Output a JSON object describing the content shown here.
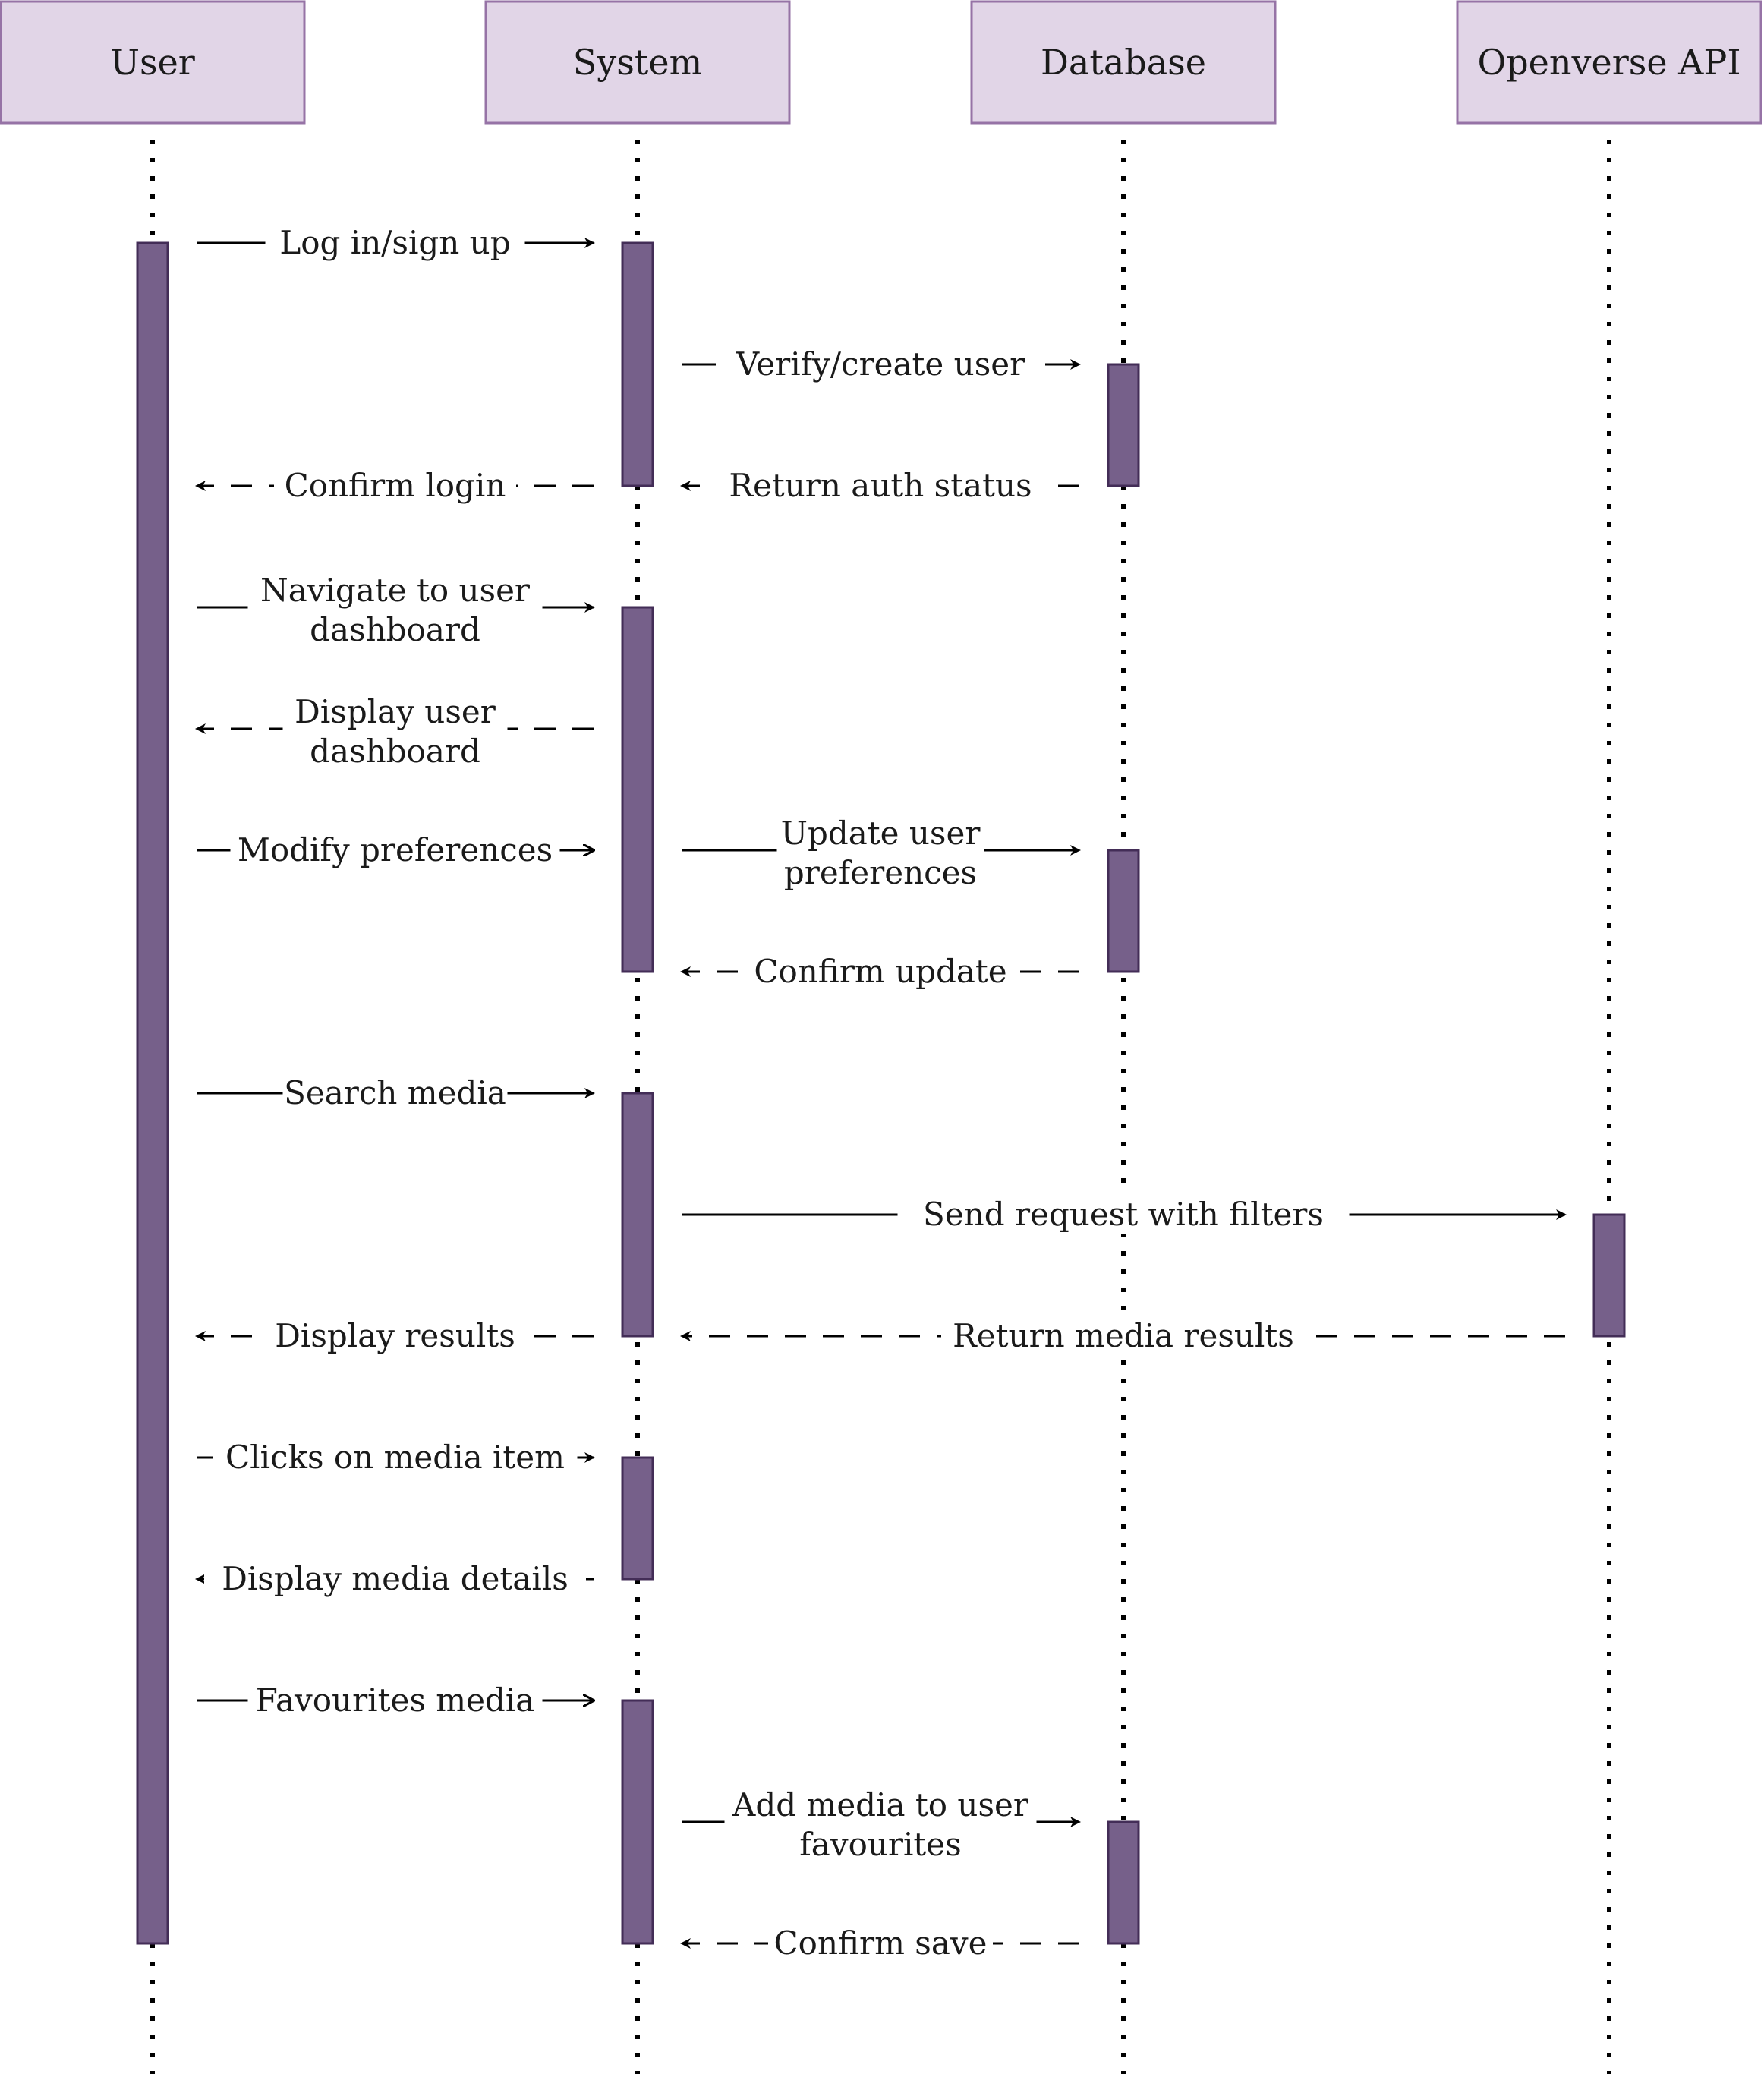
{
  "colors": {
    "actor_fill": "#e1d5e7",
    "actor_stroke": "#9673a6",
    "activation_fill": "#76608a",
    "activation_stroke": "#432d57",
    "line": "#000000"
  },
  "actors": [
    {
      "id": "user",
      "label": "User"
    },
    {
      "id": "system",
      "label": "System"
    },
    {
      "id": "database",
      "label": "Database"
    },
    {
      "id": "api",
      "label": "Openverse API"
    }
  ],
  "messages": [
    {
      "from": "user",
      "to": "system",
      "style": "solid",
      "head": "filled",
      "lines": [
        "Log in/sign up"
      ]
    },
    {
      "from": "system",
      "to": "database",
      "style": "solid",
      "head": "filled",
      "lines": [
        "Verify/create user"
      ]
    },
    {
      "from": "database",
      "to": "system",
      "style": "dashed",
      "head": "filled",
      "lines": [
        "Return auth status"
      ]
    },
    {
      "from": "system",
      "to": "user",
      "style": "dashed",
      "head": "filled",
      "lines": [
        "Confirm login"
      ]
    },
    {
      "from": "user",
      "to": "system",
      "style": "solid",
      "head": "filled",
      "lines": [
        "Navigate to user",
        "dashboard"
      ]
    },
    {
      "from": "system",
      "to": "user",
      "style": "dashed",
      "head": "filled",
      "lines": [
        "Display user",
        "dashboard"
      ]
    },
    {
      "from": "user",
      "to": "system",
      "style": "solid",
      "head": "open",
      "lines": [
        "Modify preferences"
      ]
    },
    {
      "from": "system",
      "to": "database",
      "style": "solid",
      "head": "filled",
      "lines": [
        "Update user",
        "preferences"
      ]
    },
    {
      "from": "database",
      "to": "system",
      "style": "dashed",
      "head": "filled",
      "lines": [
        "Confirm update"
      ]
    },
    {
      "from": "user",
      "to": "system",
      "style": "solid",
      "head": "filled",
      "lines": [
        "Search media"
      ]
    },
    {
      "from": "system",
      "to": "api",
      "style": "solid",
      "head": "filled",
      "lines": [
        "Send request with filters"
      ]
    },
    {
      "from": "api",
      "to": "system",
      "style": "dashed",
      "head": "filled",
      "lines": [
        "Return media results"
      ]
    },
    {
      "from": "system",
      "to": "user",
      "style": "dashed",
      "head": "filled",
      "lines": [
        "Display results"
      ]
    },
    {
      "from": "user",
      "to": "system",
      "style": "solid",
      "head": "filled",
      "lines": [
        "Clicks on media item"
      ]
    },
    {
      "from": "system",
      "to": "user",
      "style": "dashed",
      "head": "filled",
      "lines": [
        "Display media details"
      ]
    },
    {
      "from": "user",
      "to": "system",
      "style": "solid",
      "head": "open",
      "lines": [
        "Favourites media"
      ]
    },
    {
      "from": "system",
      "to": "database",
      "style": "solid",
      "head": "filled",
      "lines": [
        "Add media to user",
        "favourites"
      ]
    },
    {
      "from": "database",
      "to": "system",
      "style": "dashed",
      "head": "filled",
      "lines": [
        "Confirm save"
      ]
    }
  ]
}
